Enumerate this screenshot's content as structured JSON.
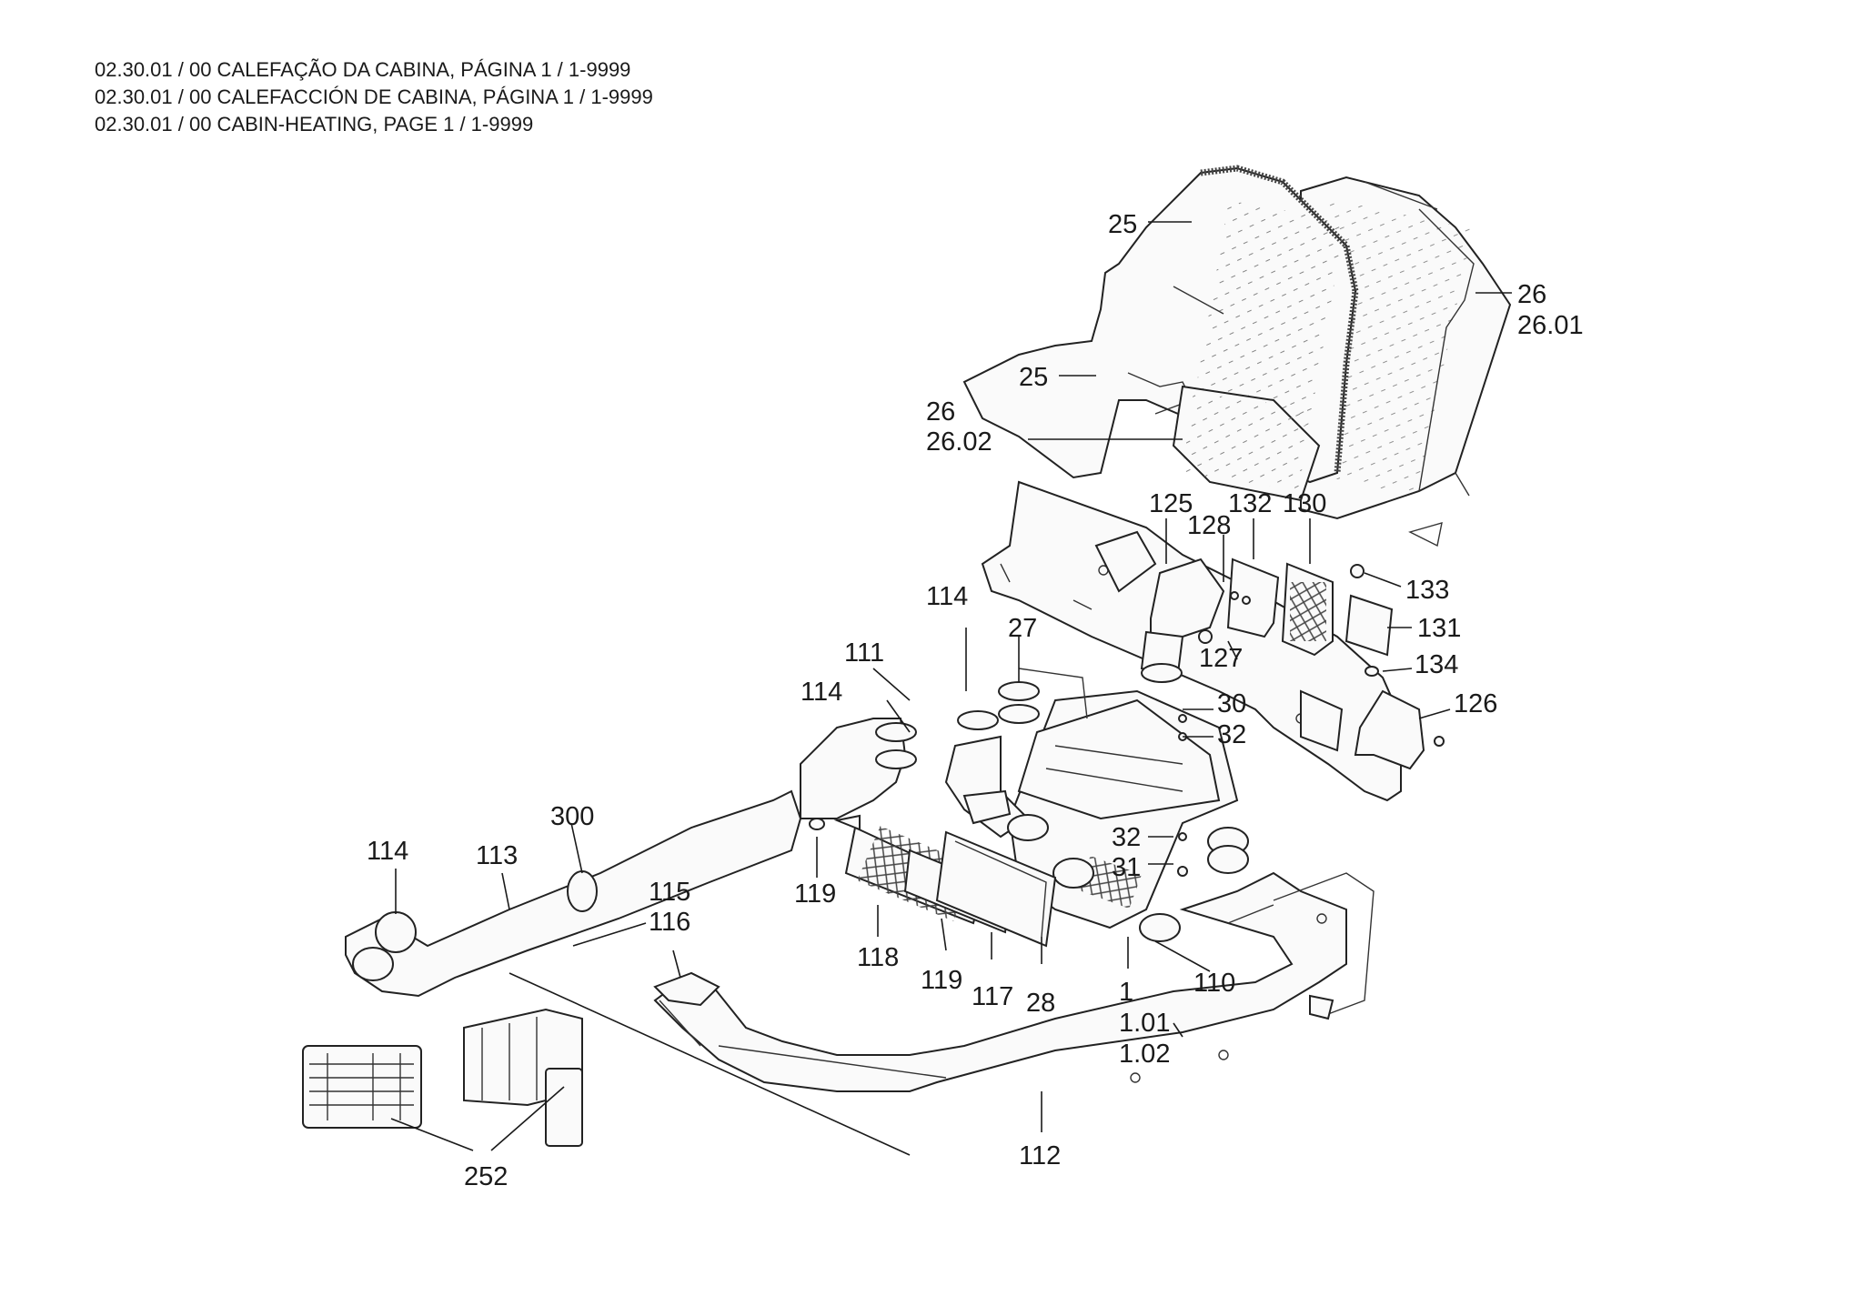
{
  "header": {
    "line1": "02.30.01 / 00 CALEFAÇÃO DA CABINA, PÁGINA 1 / 1-9999",
    "line2": "02.30.01 / 00 CALEFACCIÓN DE CABINA, PÁGINA 1 / 1-9999",
    "line3": "02.30.01 / 00 CABIN-HEATING, PAGE 1 / 1-9999"
  },
  "callouts": [
    {
      "id": "c25a",
      "text": "25"
    },
    {
      "id": "c26a",
      "text": "26"
    },
    {
      "id": "c2601",
      "text": "26.01"
    },
    {
      "id": "c25b",
      "text": "25"
    },
    {
      "id": "c26b",
      "text": "26"
    },
    {
      "id": "c2602",
      "text": "26.02"
    },
    {
      "id": "c125",
      "text": "125"
    },
    {
      "id": "c132",
      "text": "132"
    },
    {
      "id": "c130",
      "text": "130"
    },
    {
      "id": "c128",
      "text": "128"
    },
    {
      "id": "c133",
      "text": "133"
    },
    {
      "id": "c131",
      "text": "131"
    },
    {
      "id": "c114a",
      "text": "114"
    },
    {
      "id": "c27",
      "text": "27"
    },
    {
      "id": "c127",
      "text": "127"
    },
    {
      "id": "c134",
      "text": "134"
    },
    {
      "id": "c111",
      "text": "111"
    },
    {
      "id": "c114b",
      "text": "114"
    },
    {
      "id": "c30",
      "text": "30"
    },
    {
      "id": "c32a",
      "text": "32"
    },
    {
      "id": "c126",
      "text": "126"
    },
    {
      "id": "c300",
      "text": "300"
    },
    {
      "id": "c114c",
      "text": "114"
    },
    {
      "id": "c113",
      "text": "113"
    },
    {
      "id": "c32b",
      "text": "32"
    },
    {
      "id": "c31",
      "text": "31"
    },
    {
      "id": "c115",
      "text": "115"
    },
    {
      "id": "c116",
      "text": "116"
    },
    {
      "id": "c119a",
      "text": "119"
    },
    {
      "id": "c118",
      "text": "118"
    },
    {
      "id": "c119b",
      "text": "119"
    },
    {
      "id": "c117",
      "text": "117"
    },
    {
      "id": "c28",
      "text": "28"
    },
    {
      "id": "c1",
      "text": "1"
    },
    {
      "id": "c110",
      "text": "110"
    },
    {
      "id": "c101",
      "text": "1.01"
    },
    {
      "id": "c102",
      "text": "1.02"
    },
    {
      "id": "c112",
      "text": "112"
    },
    {
      "id": "c252",
      "text": "252"
    }
  ]
}
